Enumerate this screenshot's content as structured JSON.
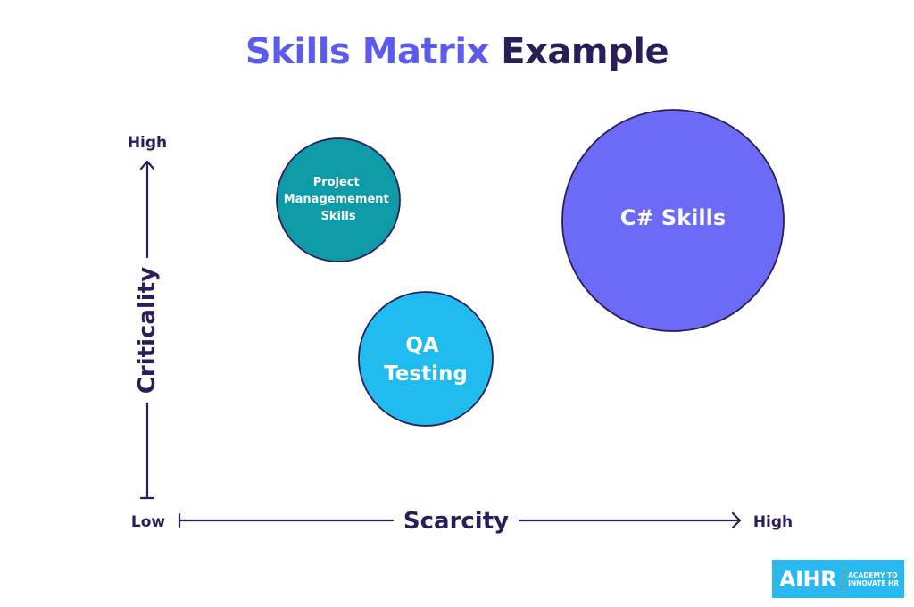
{
  "title": {
    "accent": "Skills Matrix",
    "rest": "Example"
  },
  "axes": {
    "x_label": "Scarcity",
    "x_low": "Low",
    "x_high": "High",
    "y_label": "Criticality",
    "y_high": "High"
  },
  "skills": [
    {
      "lines": [
        "Project",
        "Managemement",
        "Skills"
      ],
      "color": "#0e9aa7"
    },
    {
      "lines": [
        "QA",
        "Testing"
      ],
      "color": "#20bcf0"
    },
    {
      "lines": [
        "C# Skills"
      ],
      "color": "#6b6bf8"
    }
  ],
  "logo": {
    "wordmark": "AIHR",
    "tagline_1": "ACADEMY TO",
    "tagline_2": "INNOVATE HR"
  },
  "colors": {
    "title_accent": "#5b5bf0",
    "dark": "#2b1d59",
    "logo_bg": "#29b9f0"
  }
}
